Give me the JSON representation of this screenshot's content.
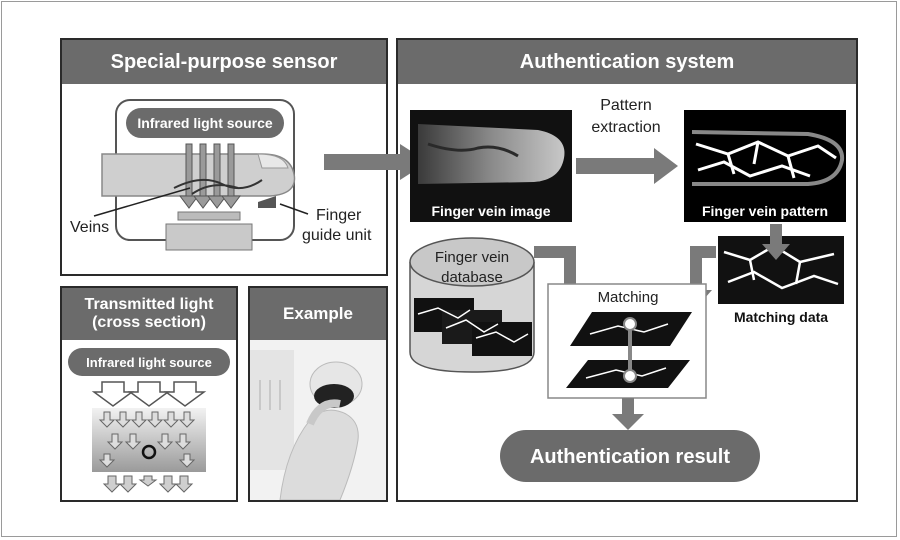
{
  "panels": {
    "sensor": {
      "title": "Special-purpose sensor"
    },
    "auth": {
      "title": "Authentication system"
    },
    "transmitted": {
      "title_line1": "Transmitted light",
      "title_line2": "(cross section)"
    },
    "example": {
      "title": "Example"
    }
  },
  "sensor": {
    "light_source_label": "Infrared light source",
    "veins_label": "Veins",
    "guide_label_line1": "Finger",
    "guide_label_line2": "guide unit"
  },
  "transmitted": {
    "light_source_label": "Infrared light source"
  },
  "auth": {
    "finger_vein_image_label": "Finger vein image",
    "pattern_extraction_line1": "Pattern",
    "pattern_extraction_line2": "extraction",
    "finger_vein_pattern_label": "Finger vein pattern",
    "database_line1": "Finger vein",
    "database_line2": "database",
    "matching_label": "Matching",
    "matching_data_label": "Matching data",
    "result_label": "Authentication result"
  },
  "colors": {
    "header_gray": "#6b6b6b",
    "arrow_gray": "#7a7a7a",
    "border_dark": "#2a2a2a"
  }
}
